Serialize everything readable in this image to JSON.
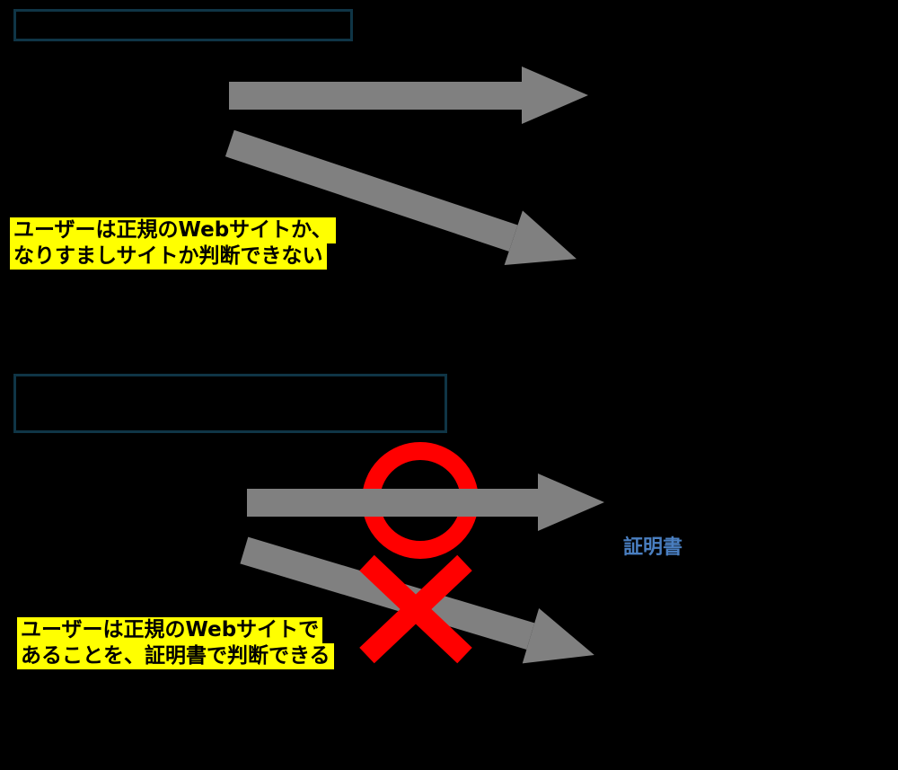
{
  "colors": {
    "background": "#000000",
    "arrow_gray": "#808080",
    "mark_red": "#ff0000",
    "highlight_yellow": "#ffff00",
    "box_border_navy": "#0f3546",
    "certificate_blue": "#4a7fc1",
    "note_text_black": "#000000"
  },
  "scenario_without_cert": {
    "note_line1": "ユーザーは正規のWebサイトか、",
    "note_line2": "なりすましサイトか判断できない"
  },
  "scenario_with_cert": {
    "note_line1": "ユーザーは正規のWebサイトで",
    "note_line2": "あることを、証明書で判断できる",
    "certificate_label": "証明書",
    "ok_mark": "circle",
    "ng_mark": "cross"
  }
}
